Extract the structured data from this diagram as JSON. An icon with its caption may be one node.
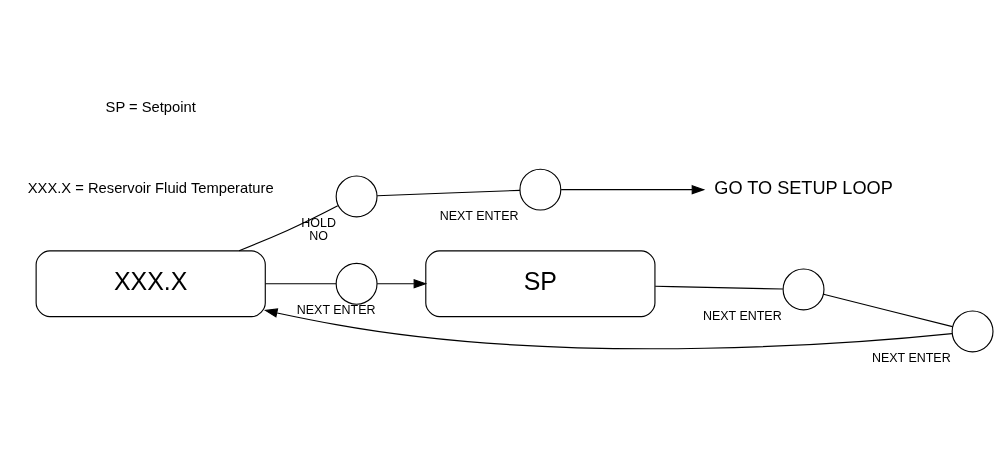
{
  "diagram": {
    "nodes": [
      {
        "text": [
          "XXX.X"
        ]
      },
      {
        "text": [
          "SP"
        ]
      },
      {
        "text": [],
        "shape": "circle",
        "beside": [
          "HOLD",
          "NO"
        ]
      },
      {
        "text": [],
        "shape": "circle",
        "beside": [
          "NEXT ENTER"
        ]
      },
      {
        "text": [
          "GO TO SETUP LOOP"
        ]
      },
      {
        "text": [],
        "shape": "circle",
        "beside": [
          "NEXT ENTER"
        ]
      },
      {
        "text": [],
        "shape": "circle",
        "beside": [
          "NEXT ENTER"
        ]
      },
      {
        "text": [],
        "shape": "circle",
        "beside": [
          "NEXT ENTER"
        ]
      }
    ],
    "edges": [
      {
        "from": 0,
        "to": 2,
        "arrow": "none"
      },
      {
        "from": 2,
        "to": 3,
        "arrow": "none"
      },
      {
        "from": 3,
        "to": 4,
        "arrow": "to"
      },
      {
        "from": 0,
        "to": 5,
        "arrow": "none"
      },
      {
        "from": 5,
        "to": 1,
        "arrow": "to"
      },
      {
        "from": 1,
        "to": 7,
        "arrow": "none"
      },
      {
        "from": 7,
        "to": 6,
        "arrow": "none"
      },
      {
        "from": 6,
        "to": 0,
        "arrow": "to"
      }
    ],
    "labels": [
      "XXX.X = Reservoir Fluid Temperature",
      "SP = Setpoint"
    ]
  }
}
